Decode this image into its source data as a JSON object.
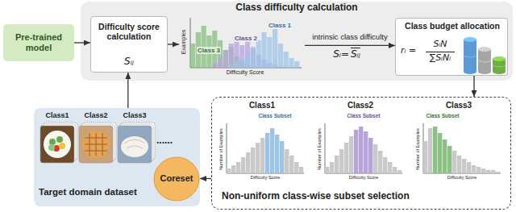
{
  "diagram": {
    "nodes": [
      {
        "text": [
          "Class difficulty calculation"
        ]
      },
      {
        "text": [
          "Pre-trained model"
        ]
      },
      {
        "text": [
          "Difficulty score calculation",
          "Sᵢⱼ"
        ],
        "in": 0
      },
      {
        "text": [
          "Examples",
          "Difficulty Score",
          "Class 1",
          "Class 2",
          "Class 3"
        ],
        "in": 0
      },
      {
        "text": [
          "Class budget allocation",
          "rᵢ =",
          "SᵢN",
          "∑SᵢNᵢ"
        ],
        "in": 0
      },
      {
        "text": [
          "Non-uniform class-wise subset selection"
        ]
      },
      {
        "text": [
          "Class1",
          "Class Subset",
          "Number of Examples",
          "Difficulty Score"
        ],
        "in": 5
      },
      {
        "text": [
          "Class2",
          "Class Subset",
          "Number of Examples",
          "Difficulty Score"
        ],
        "in": 5
      },
      {
        "text": [
          "Class3",
          "Class Subset",
          "Number of Examples",
          "Difficulty Score"
        ],
        "in": 5
      },
      {
        "text": [
          "Class1",
          "Class2",
          "Class3",
          "......",
          "Target domain dataset"
        ]
      },
      {
        "text": [
          "Coreset"
        ],
        "in": 9
      }
    ],
    "edges": [
      {
        "from": 1,
        "to": 2,
        "arrow": "to"
      },
      {
        "from": 2,
        "to": 3,
        "arrow": "to"
      },
      {
        "from": 3,
        "to": 4,
        "label": "intrinsic class difficulty",
        "arrow": "to"
      },
      {
        "from": 4,
        "to": 5,
        "arrow": "to"
      },
      {
        "from": 5,
        "to": 10,
        "arrow": "to"
      },
      {
        "from": 9,
        "to": 2,
        "arrow": "to"
      }
    ],
    "labels": [
      "Sᵢ=",
      "Sᵢⱼ"
    ]
  }
}
